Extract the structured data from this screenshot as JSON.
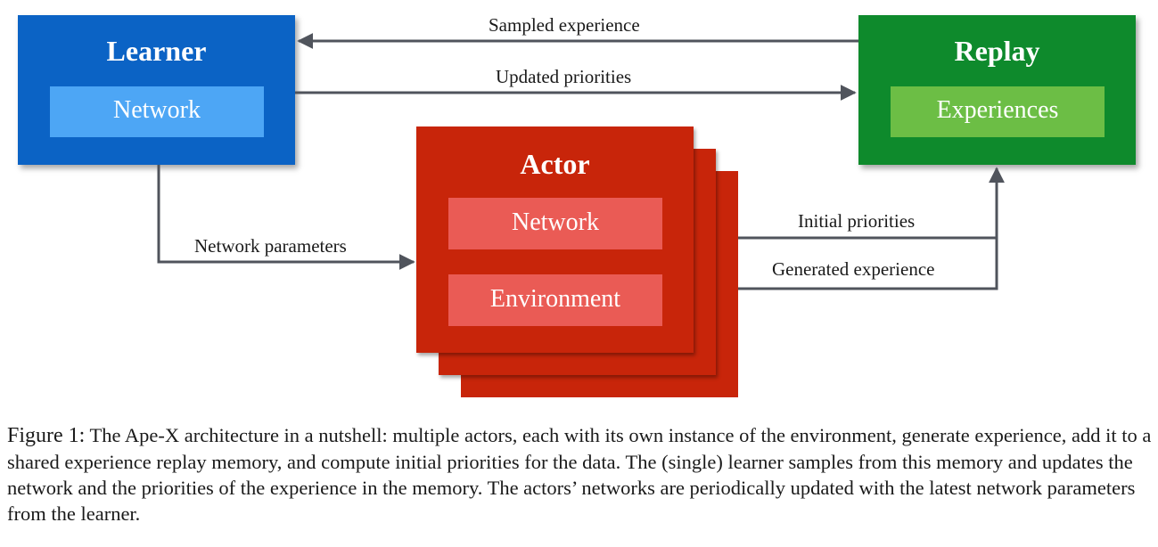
{
  "learner": {
    "title": "Learner",
    "inner_label": "Network"
  },
  "replay": {
    "title": "Replay",
    "inner_label": "Experiences"
  },
  "actor": {
    "title": "Actor",
    "network_label": "Network",
    "environment_label": "Environment"
  },
  "edges": {
    "sampled_experience": "Sampled experience",
    "updated_priorities": "Updated priorities",
    "network_parameters": "Network parameters",
    "initial_priorities": "Initial priorities",
    "generated_experience": "Generated experience"
  },
  "caption": {
    "figure_label": "Figure 1:",
    "text": "The Ape-X architecture in a nutshell: multiple actors, each with its own instance of the environment, generate experience, add it to a shared experience replay memory, and compute initial priorities for the data. The (single) learner samples from this memory and updates the network and the priorities of the experience in the memory. The actors’ networks are periodically updated with the latest network parameters from the learner."
  },
  "colors": {
    "learner": "#0b63c5",
    "learner_inner": "#4da6f5",
    "replay": "#0e8a2c",
    "replay_inner": "#6cbe45",
    "actor": "#c8250a",
    "actor_inner": "#ea5b55",
    "arrow": "#50545c"
  }
}
